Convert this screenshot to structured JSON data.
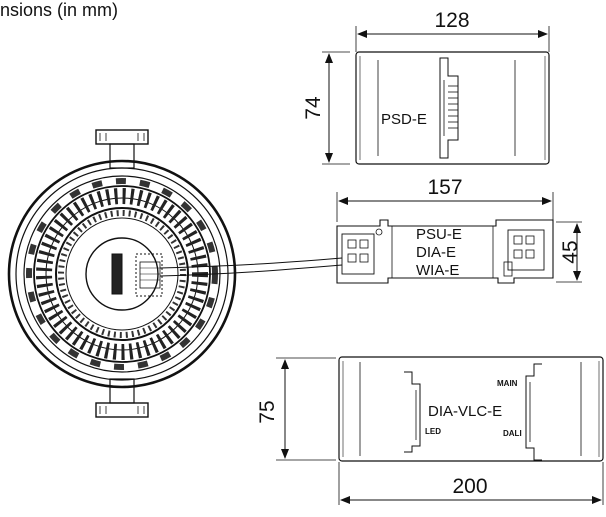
{
  "title_partial": "nsions (in mm)",
  "psd": {
    "width": "128",
    "height": "74",
    "label": "PSD-E"
  },
  "psu": {
    "width": "157",
    "height": "45",
    "label_lines": [
      "PSU-E",
      "DIA-E",
      "WIA-E"
    ]
  },
  "dia_vlc": {
    "width": "200",
    "height": "75",
    "label": "DIA-VLC-E",
    "port_main": "MAIN",
    "port_dali": "DALI",
    "port_led": "LED"
  },
  "colors": {
    "line": "#111111",
    "background": "#ffffff"
  }
}
